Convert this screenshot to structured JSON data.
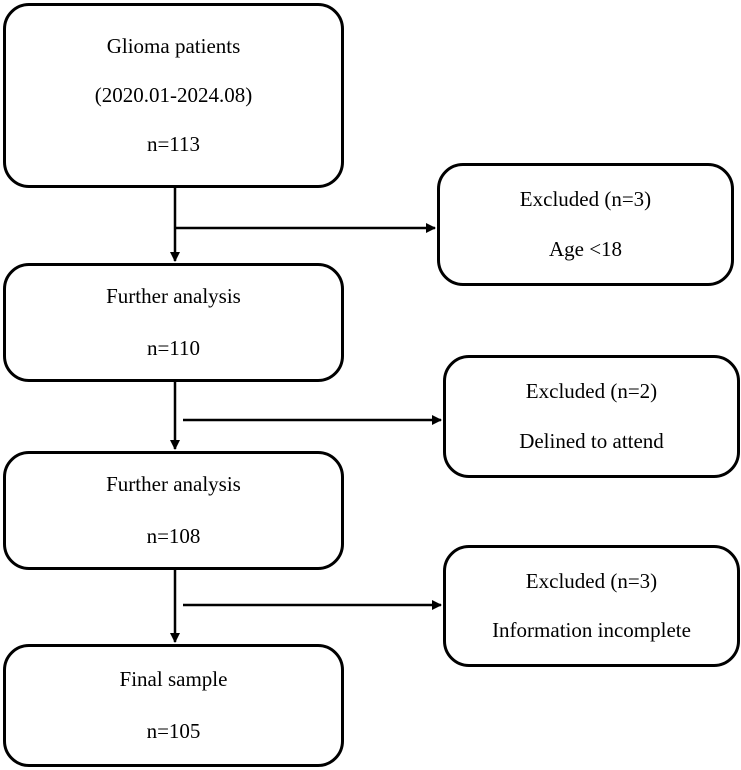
{
  "flow": {
    "start": {
      "title": "Glioma patients",
      "period": "(2020.01-2024.08)",
      "count": "n=113"
    },
    "step1": {
      "title": "Further analysis",
      "count": "n=110"
    },
    "step2": {
      "title": "Further analysis",
      "count": "n=108"
    },
    "final": {
      "title": "Final sample",
      "count": "n=105"
    }
  },
  "exclusions": [
    {
      "title": "Excluded (n=3)",
      "reason": "Age <18"
    },
    {
      "title": "Excluded (n=2)",
      "reason": "Delined to attend"
    },
    {
      "title": "Excluded (n=3)",
      "reason": "Information incomplete"
    }
  ]
}
